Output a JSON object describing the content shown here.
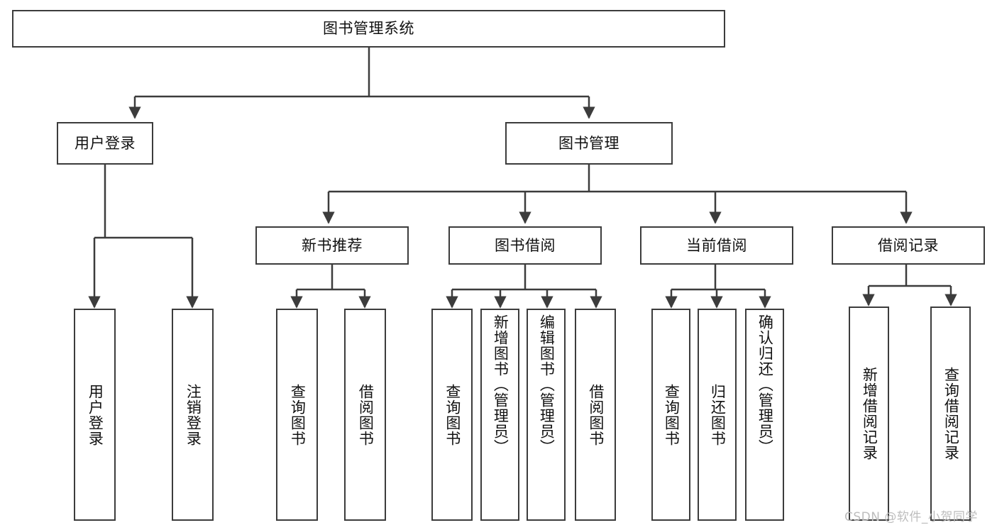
{
  "diagram": {
    "type": "hierarchy-tree",
    "title": "图书管理系统",
    "background_color": "#ffffff",
    "border_color": "#3c3c3c",
    "text_color": "#111111",
    "root": {
      "label": "图书管理系统"
    },
    "level1": [
      {
        "label": "用户登录"
      },
      {
        "label": "图书管理"
      }
    ],
    "level2": [
      {
        "label": "新书推荐"
      },
      {
        "label": "图书借阅"
      },
      {
        "label": "当前借阅"
      },
      {
        "label": "借阅记录"
      }
    ],
    "leaves": {
      "user_login": [
        {
          "label": "用户登录"
        },
        {
          "label": "注销登录"
        }
      ],
      "new_book_recommend": [
        {
          "label": "查询图书"
        },
        {
          "label": "借阅图书"
        }
      ],
      "book_borrow": [
        {
          "label": "查询图书"
        },
        {
          "label": "新增图书（管理员）"
        },
        {
          "label": "编辑图书（管理员）"
        },
        {
          "label": "借阅图书"
        }
      ],
      "current_borrow": [
        {
          "label": "查询图书"
        },
        {
          "label": "归还图书"
        },
        {
          "label": "确认归还（管理员）"
        }
      ],
      "borrow_record": [
        {
          "label": "新增借阅记录"
        },
        {
          "label": "查询借阅记录"
        }
      ]
    }
  },
  "watermark": {
    "text": "CSDN @软件_小贺同学",
    "color": "#bdbdbd"
  }
}
